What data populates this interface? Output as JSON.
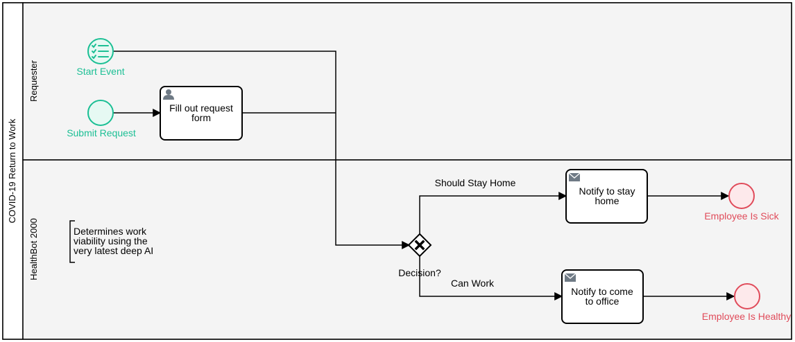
{
  "pool": {
    "label": "COVID-19 Return to Work"
  },
  "lanes": [
    {
      "id": "requester",
      "label": "Requester"
    },
    {
      "id": "healthbot",
      "label": "HealthBot 2000"
    }
  ],
  "events": {
    "start_event": {
      "label": "Start Event",
      "icon": "conditional-list-icon"
    },
    "submit_request": {
      "label": "Submit Request"
    },
    "employee_sick": {
      "label": "Employee Is Sick"
    },
    "employee_healthy": {
      "label": "Employee Is Healthy"
    }
  },
  "tasks": {
    "fill_form": {
      "line1": "Fill out request",
      "line2": "form",
      "icon": "user-icon"
    },
    "notify_stay": {
      "line1": "Notify to stay",
      "line2": "home",
      "icon": "envelope-icon"
    },
    "notify_come": {
      "line1": "Notify to come",
      "line2": "to office",
      "icon": "envelope-icon"
    }
  },
  "gateway": {
    "label": "Decision?",
    "icon": "exclusive-x-icon"
  },
  "flows": {
    "stay_home": "Should Stay Home",
    "can_work": "Can Work"
  },
  "annotation": {
    "line1": "Determines work",
    "line2": "viability using the",
    "line3": "very latest deep AI"
  },
  "colors": {
    "start": "#1bbf94",
    "start_fill": "#e6f9f3",
    "end": "#e04b5a",
    "end_fill": "#fde9eb",
    "lane_bg": "#f4f4f4",
    "stroke": "#000000"
  }
}
